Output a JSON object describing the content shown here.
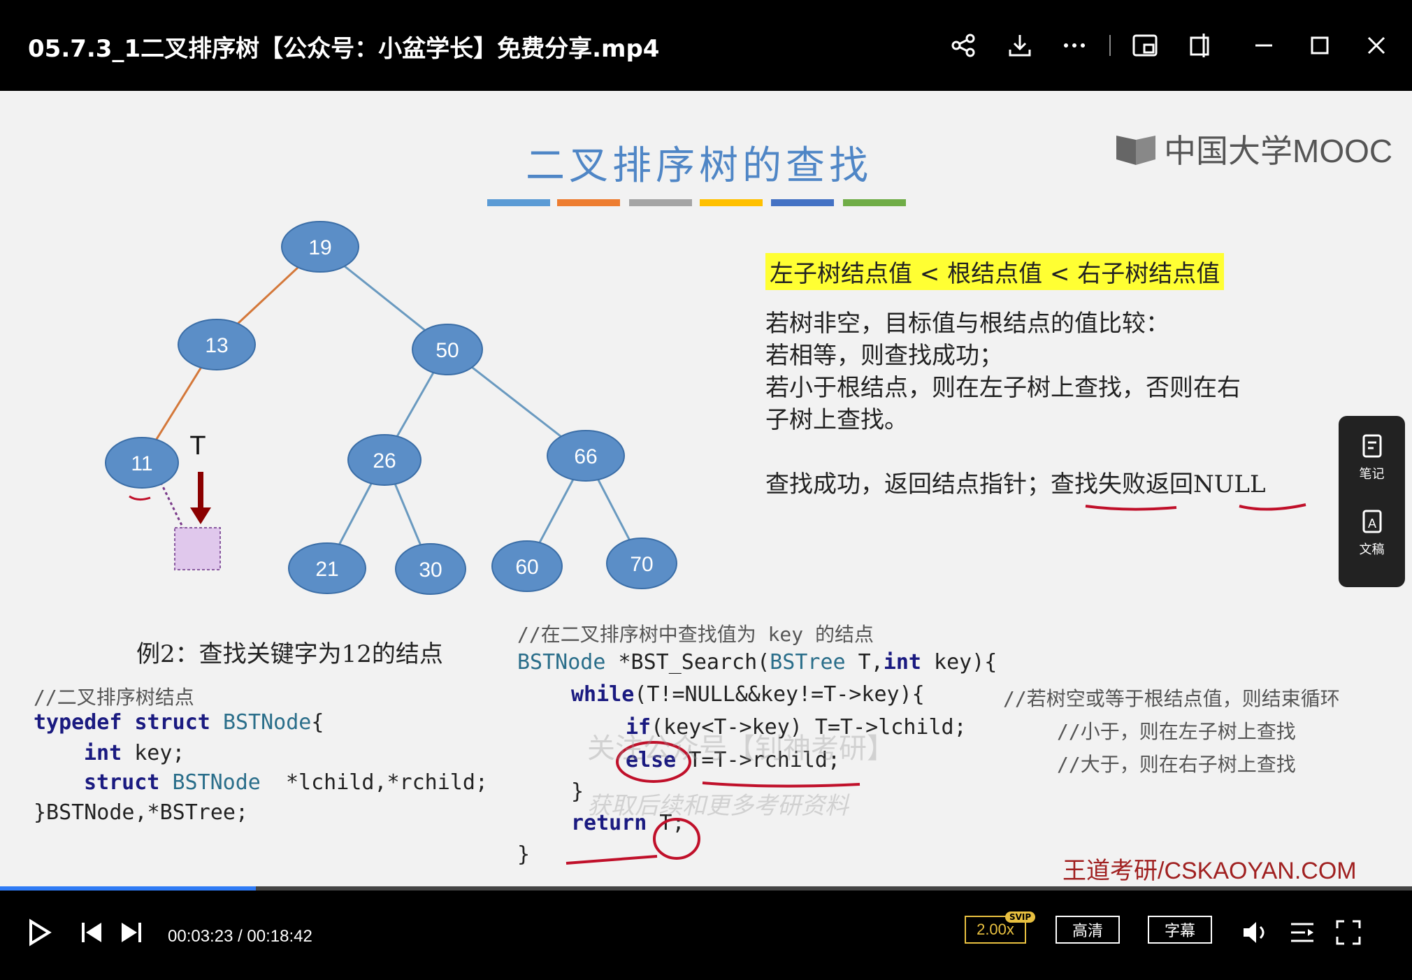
{
  "window": {
    "title": "05.7.3_1二叉排序树【公众号：小盆学长】免费分享.mp4"
  },
  "slide": {
    "title": "二叉排序树的查找",
    "brand": "中国大学MOOC",
    "bar_colors": [
      "#5b9bd5",
      "#ed7d31",
      "#a5a5a5",
      "#ffc000",
      "#4472c4",
      "#70ad47"
    ],
    "rule": "左子树结点值 < 根结点值 < 右子树结点值",
    "description": [
      "若树非空，目标值与根结点的值比较：",
      "若相等，则查找成功；",
      "若小于根结点，则在左子树上查找，否则在右",
      "子树上查找。"
    ],
    "result_text": "查找成功，返回结点指针；查找失败返回NULL",
    "tree_nodes": [
      "19",
      "13",
      "50",
      "11",
      "26",
      "66",
      "21",
      "30",
      "60",
      "70"
    ],
    "pointer_label": "T",
    "example": "例2：查找关键字为12的结点",
    "code_left": {
      "comment": "//二叉排序树结点",
      "line1_kw": "typedef struct",
      "line1_ty": "BSTNode",
      "line1_end": "{",
      "line2_kw": "int",
      "line2_rest": "key;",
      "line3_kw": "struct",
      "line3_ty": "BSTNode",
      "line3_rest": "  *lchild,*rchild;",
      "line4": "}BSTNode,*BSTree;"
    },
    "code_right": {
      "comment": "//在二叉排序树中查找值为 key 的结点",
      "sig_ty": "BSTNode",
      "sig_mid": " *BST_Search(",
      "sig_ty2": "BSTree",
      "sig_mid2": " T,",
      "sig_kw": "int",
      "sig_end": " key){",
      "while_kw": "while",
      "while_rest": "(T!=NULL&&key!=T->key){",
      "while_cm": "//若树空或等于根结点值，则结束循环",
      "if_kw": "if",
      "if_rest": "(key<T->key) T=T->lchild;",
      "if_cm": "//小于，则在左子树上查找",
      "else_kw": "else",
      "else_rest": " T=T->rchild;",
      "else_cm": "//大于，则在右子树上查找",
      "close1": "}",
      "return_kw": "return",
      "return_rest": " T;",
      "close2": "}"
    },
    "watermark_1": "关注公众号【钊神考研】",
    "watermark_2": "获取后续和更多考研资料",
    "site": "王道考研/CSKAOYAN.COM"
  },
  "side_panel": {
    "notes_label": "笔记",
    "doc_label": "文稿"
  },
  "player": {
    "current_time": "00:03:23",
    "duration": "00:18:42",
    "time_display": "00:03:23 / 00:18:42",
    "progress": 0.181,
    "speed": "2.00x",
    "svip_badge": "SVIP",
    "quality": "高清",
    "subtitle": "字幕"
  }
}
